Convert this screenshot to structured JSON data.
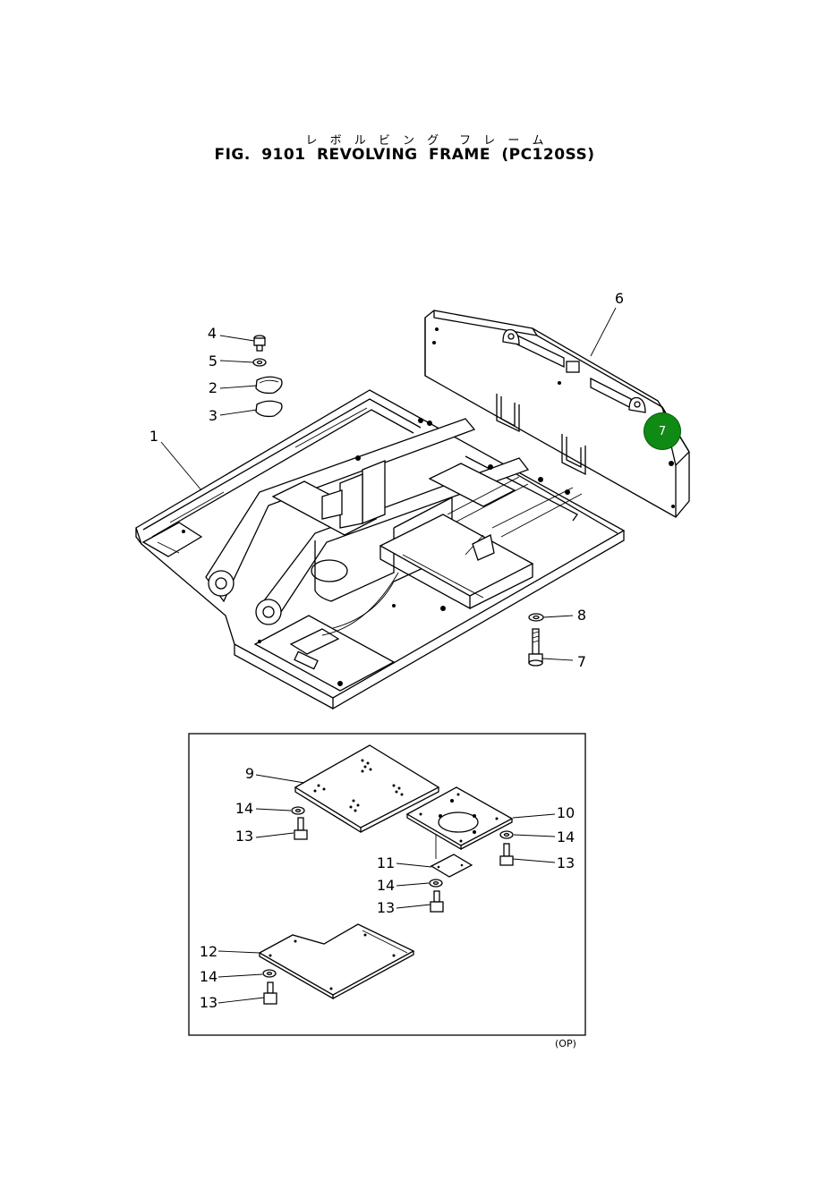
{
  "title": {
    "japanese": "レ ボ ル ビ ン グ　フ レ ー ム",
    "english": "FIG. 9101  REVOLVING  FRAME (PC120SS)"
  },
  "callouts": {
    "c1": "1",
    "c2": "2",
    "c3": "3",
    "c4": "4",
    "c5": "5",
    "c6": "6",
    "c7": "7",
    "c8": "8",
    "c9": "9",
    "c10": "10",
    "c11": "11",
    "c12": "12",
    "c13a": "13",
    "c13b": "13",
    "c13c": "13",
    "c13d": "13",
    "c14a": "14",
    "c14b": "14",
    "c14c": "14",
    "c14d": "14"
  },
  "option_note": "(OP)",
  "highlight_marker": {
    "label": "7",
    "color": "#0f8a14"
  }
}
